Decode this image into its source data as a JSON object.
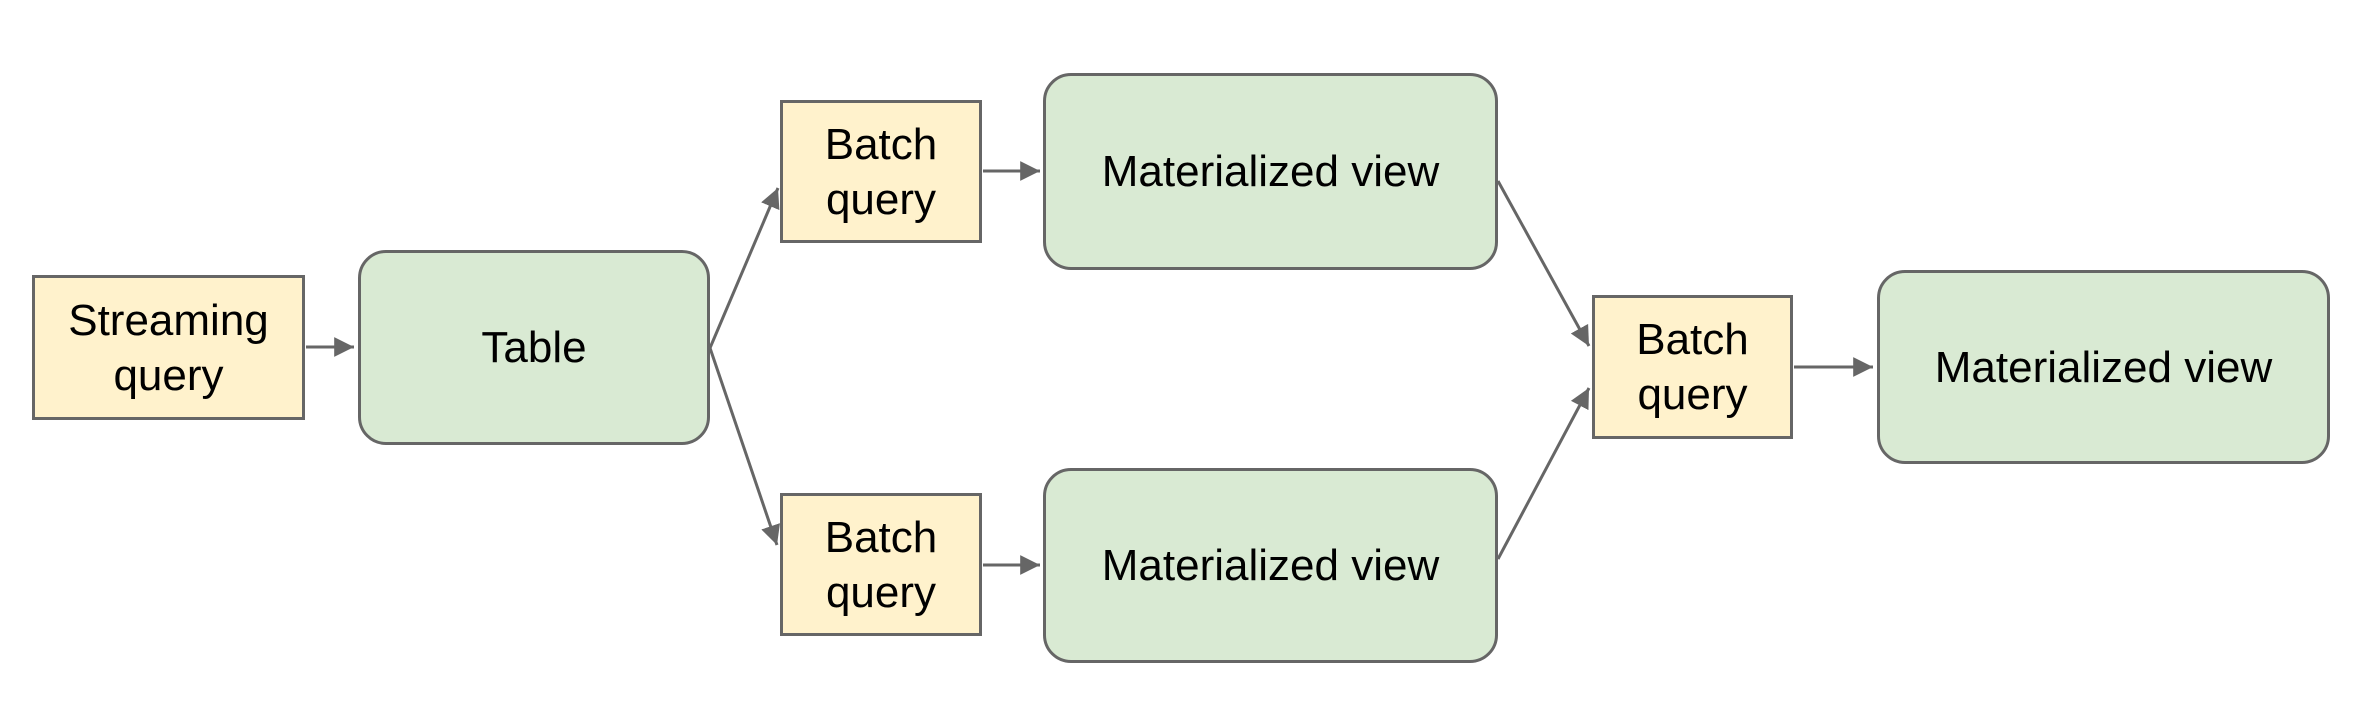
{
  "diagram": {
    "nodes": [
      {
        "id": "streaming-query",
        "label": "Streaming query",
        "kind": "streaming-query",
        "shape": "rectangle",
        "fill": "#fff2cc"
      },
      {
        "id": "table",
        "label": "Table",
        "kind": "table",
        "shape": "rounded-rectangle",
        "fill": "#d9ead3"
      },
      {
        "id": "batch-query-top",
        "label": "Batch query",
        "kind": "batch-query",
        "shape": "rectangle",
        "fill": "#fff2cc"
      },
      {
        "id": "materialized-view-top",
        "label": "Materialized view",
        "kind": "materialized-view",
        "shape": "rounded-rectangle",
        "fill": "#d9ead3"
      },
      {
        "id": "batch-query-bottom",
        "label": "Batch query",
        "kind": "batch-query",
        "shape": "rectangle",
        "fill": "#fff2cc"
      },
      {
        "id": "materialized-view-bottom",
        "label": "Materialized view",
        "kind": "materialized-view",
        "shape": "rounded-rectangle",
        "fill": "#d9ead3"
      },
      {
        "id": "batch-query-right",
        "label": "Batch query",
        "kind": "batch-query",
        "shape": "rectangle",
        "fill": "#fff2cc"
      },
      {
        "id": "materialized-view-final",
        "label": "Materialized view",
        "kind": "materialized-view",
        "shape": "rounded-rectangle",
        "fill": "#d9ead3"
      }
    ],
    "edges": [
      {
        "from": "streaming-query",
        "to": "table"
      },
      {
        "from": "table",
        "to": "batch-query-top"
      },
      {
        "from": "batch-query-top",
        "to": "materialized-view-top"
      },
      {
        "from": "materialized-view-top",
        "to": "batch-query-right"
      },
      {
        "from": "table",
        "to": "batch-query-bottom"
      },
      {
        "from": "batch-query-bottom",
        "to": "materialized-view-bottom"
      },
      {
        "from": "materialized-view-bottom",
        "to": "batch-query-right"
      },
      {
        "from": "batch-query-right",
        "to": "materialized-view-final"
      }
    ]
  },
  "colors": {
    "query-fill": "#fff2cc",
    "view-fill": "#d9ead3",
    "stroke": "#666666",
    "text": "#000000",
    "background": "#ffffff"
  }
}
